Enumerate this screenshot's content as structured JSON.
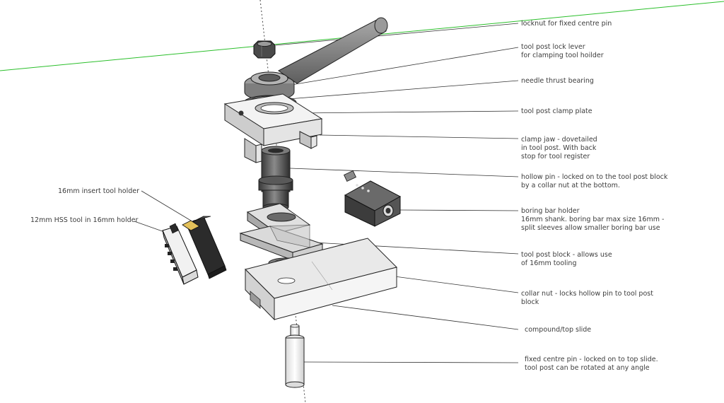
{
  "labels": {
    "locknut": [
      "locknut for fixed centre pin"
    ],
    "lock_lever": [
      "tool post lock lever",
      "for clamping tool hoilder"
    ],
    "needle_bearing": [
      "needle thrust bearing"
    ],
    "clamp_plate": [
      "tool post clamp plate"
    ],
    "clamp_jaw": [
      "clamp jaw - dovetailed",
      "in tool post. With back",
      "stop for tool register"
    ],
    "hollow_pin": [
      "hollow pin - locked on to the tool post block",
      "by a collar nut at the bottom."
    ],
    "boring_bar": [
      "boring bar holder",
      "16mm shank. boring bar max size 16mm -",
      "split sleeves allow smaller boring bar use"
    ],
    "tool_post_block": [
      "tool post block - allows use",
      "of 16mm tooling"
    ],
    "collar_nut": [
      "collar nut - locks hollow pin to tool post",
      "block"
    ],
    "compound_slide": [
      "compound/top slide"
    ],
    "centre_pin": [
      "fixed centre pin - locked on to top slide.",
      "tool post can be rotated at any angle"
    ],
    "insert_holder": [
      "16mm insert tool holder"
    ],
    "hss_holder": [
      "12mm HSS tool in 16mm holder"
    ]
  },
  "colors": {
    "part_light": "#f2f2f2",
    "part_mid": "#c8c8c8",
    "part_dark": "#5a5a5a",
    "outline": "#222222",
    "leader": "#333333",
    "green_axis": "#2bbf2b",
    "blue_axis": "#3a6bd6",
    "text": "#3c3c3c"
  }
}
